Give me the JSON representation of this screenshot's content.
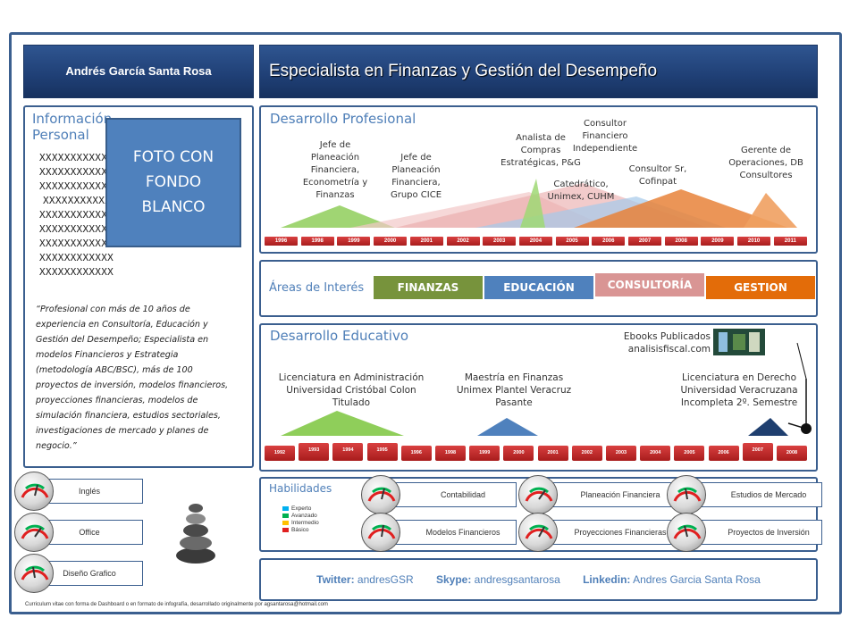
{
  "header": {
    "name": "Andrés García Santa Rosa",
    "title": "Especialista en Finanzas y Gestión del Desempeño"
  },
  "personal": {
    "heading_line1": "Información",
    "heading_line2": "Personal",
    "lines": [
      "XXXXXXXXXXXX",
      "XXXXXXXXXXXX",
      "XXXXXXXXXXXX",
      "XXXXXXXXXXXX",
      "XXXXXXXXXXXX",
      "XXXXXXXXXXXX",
      "XXXXXXXXXXXX",
      "XXXXXXXXXXXX",
      "XXXXXXXXXXXX"
    ],
    "photo": "FOTO CON FONDO BLANCO",
    "summary": "“Profesional con más de 10 años de experiencia en Consultoría, Educación y Gestión del Desempeño; Especialista en modelos Financieros y Estrategia (metodología ABC/BSC), más de 100 proyectos de inversión, modelos financieros, proyecciones financieras, modelos de simulación financiera, estudios sectoriales, investigaciones de mercado y planes de negocio.”"
  },
  "left_skills": [
    "Inglés",
    "Office",
    "Diseño Grafico"
  ],
  "profesional": {
    "heading": "Desarrollo Profesional",
    "years": [
      "1996",
      "1998",
      "1999",
      "2000",
      "2001",
      "2002",
      "2003",
      "2004",
      "2005",
      "2006",
      "2007",
      "2008",
      "2009",
      "2010",
      "2011"
    ],
    "jobs": [
      {
        "label": "Jefe de Planeación Financiera, Econometría y Finanzas",
        "color": "#8fce5a"
      },
      {
        "label": "Jefe de Planeación Financiera, Grupo CICE",
        "color": "#f2c8c8"
      },
      {
        "label": "Analista de Compras Estratégicas, P&G",
        "color": "#a5c9ea"
      },
      {
        "label": "Consultor Financiero Independiente",
        "color": "#e9a9a9"
      },
      {
        "label": "Catedrático, Unimex, CUHM",
        "color": "#9fd874"
      },
      {
        "label": "Consultor Sr, Cofinpat",
        "color": "#e8823a"
      },
      {
        "label": "Gerente de Operaciones, DB Consultores",
        "color": "#f0a060"
      }
    ]
  },
  "areas": {
    "heading": "Áreas de Interés",
    "items": [
      {
        "label": "FINANZAS",
        "color": "#77933c"
      },
      {
        "label": "EDUCACIÓN",
        "color": "#4f81bd"
      },
      {
        "label": "CONSULTORÍA",
        "color": "#d99594"
      },
      {
        "label": "GESTION",
        "color": "#e36c09"
      }
    ]
  },
  "educativo": {
    "heading": "Desarrollo Educativo",
    "ebooks_line1": "Ebooks Publicados",
    "ebooks_line2": "analisisfiscal.com",
    "years": [
      "1992",
      "1993",
      "1994",
      "1995",
      "1996",
      "1998",
      "1999",
      "2000",
      "2001",
      "2002",
      "2003",
      "2004",
      "2005",
      "2006",
      "2007",
      "2008"
    ],
    "studies": [
      {
        "label": "Licenciatura en Administración Universidad Cristóbal Colon Titulado",
        "color": "#8fce5a"
      },
      {
        "label": "Maestría en Finanzas Unimex Plantel Veracruz Pasante",
        "color": "#4f81bd"
      },
      {
        "label": "Licenciatura en Derecho Universidad Veracruzana Incompleta 2º. Semestre",
        "color": "#1f3f6f"
      }
    ]
  },
  "habilidades": {
    "heading": "Habilidades",
    "legend": [
      {
        "label": "Experto",
        "color": "#00b0f0"
      },
      {
        "label": "Avanzado",
        "color": "#00b050"
      },
      {
        "label": "Intermedio",
        "color": "#ffc000"
      },
      {
        "label": "Básico",
        "color": "#e02020"
      }
    ],
    "items": [
      "Contabilidad",
      "Planeación Financiera",
      "Estudios de Mercado",
      "Modelos Financieros",
      "Proyecciones Financieras",
      "Proyectos de Inversión"
    ]
  },
  "contact": {
    "twitter_label": "Twitter:",
    "twitter": "andresGSR",
    "skype_label": "Skype:",
    "skype": "andresgsantarosa",
    "linkedin_label": "Linkedin:",
    "linkedin": "Andres Garcia Santa Rosa"
  },
  "footer": "Curriculum vitae con forma de Dashboard o en formato de infografía, desarrollado originalmente por agsantarosa@hotmail.com"
}
